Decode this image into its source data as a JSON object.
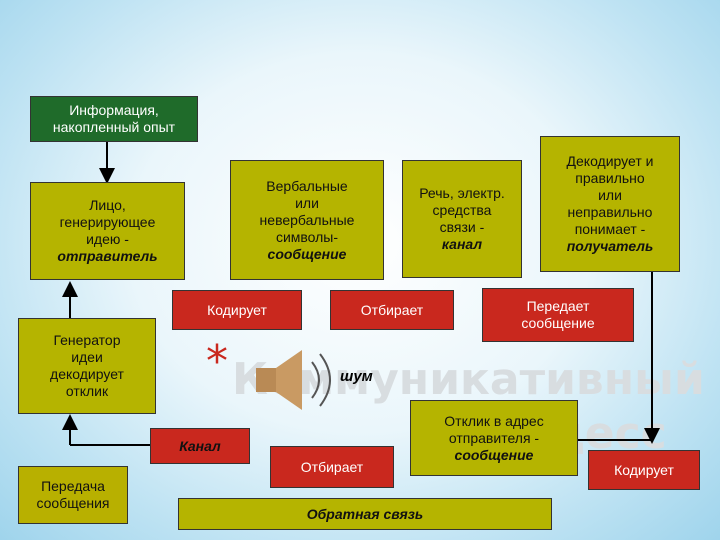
{
  "title_line1": "Коммуникативный",
  "title_line2": "процесс",
  "asterisk": "*",
  "boxes": {
    "info": "Информация,\nнакопленный опыт",
    "sender_main": "Лицо,\nгенерирующее\nидею -",
    "sender_role": "отправитель",
    "symbols_main": "Вербальные\nили\nневербальные\nсимволы-",
    "symbols_role": "сообщение",
    "speech_main": "Речь, электр.\nсредства\nсвязи -",
    "speech_role": "канал",
    "decode_main": "Декодирует и\nправильно\nили\nнеправильно\nпонимает -",
    "decode_role": "получатель",
    "encodes": "Кодирует",
    "selects": "Отбирает",
    "transmits": "Передает\nсообщение",
    "generator": "Генератор\nидеи\nдекодирует\nотклик",
    "noise": "шум",
    "response_main": "Отклик в адрес\nотправителя -",
    "response_role": "сообщение",
    "channel": "Канал",
    "selects2": "Отбирает",
    "encodes2": "Кодирует",
    "transmission": "Передача\nсообщения",
    "feedback": "Обратная связь"
  },
  "colors": {
    "olive": "#b5b400",
    "dark_green": "#1f6b2a",
    "red": "#c9281e"
  },
  "icons": {
    "speaker": "speaker-icon"
  }
}
